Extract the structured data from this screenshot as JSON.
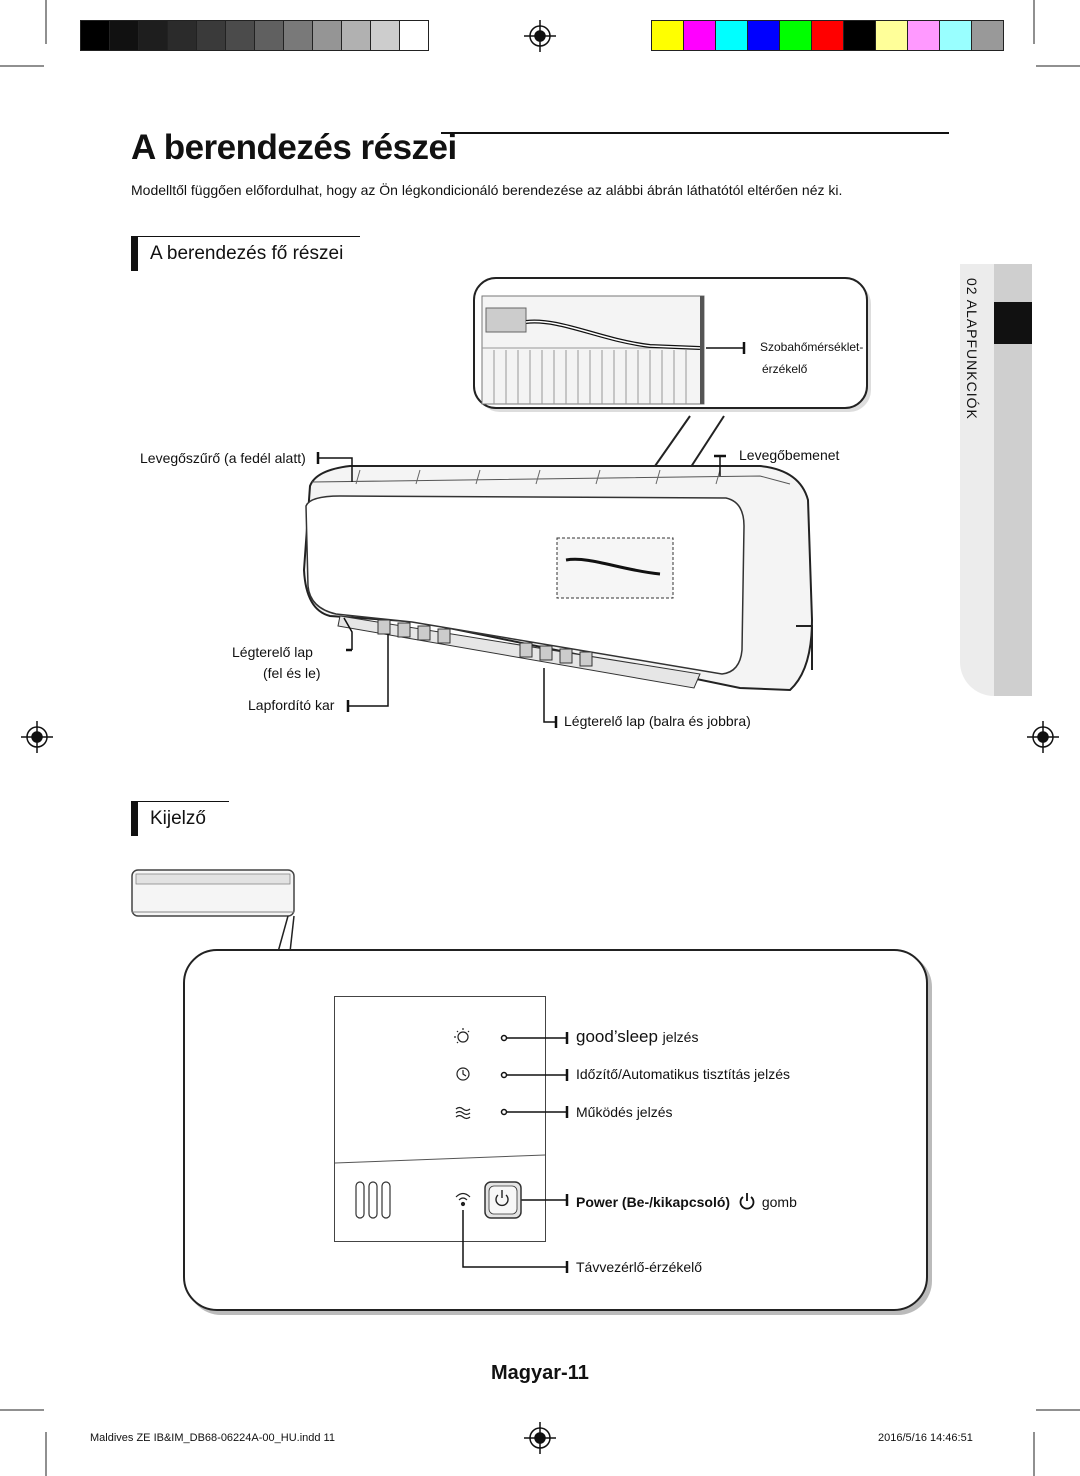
{
  "colors": {
    "gray_strip": [
      "#000000",
      "#111111",
      "#1e1e1e",
      "#2b2b2b",
      "#3a3a3a",
      "#4b4b4b",
      "#606060",
      "#797979",
      "#959595",
      "#b1b1b1",
      "#cdcdcd",
      "#ffffff"
    ],
    "color_strip": [
      "#ffff00",
      "#ff00ff",
      "#00ffff",
      "#0000ff",
      "#00ff00",
      "#ff0000",
      "#000000",
      "#ffff99",
      "#ff99ff",
      "#99ffff",
      "#999999"
    ]
  },
  "page": {
    "title": "A berendezés részei",
    "intro": "Modelltől függően előfordulhat, hogy az Ön légkondicionáló berendezése az alábbi ábrán láthatótól eltérően néz ki.",
    "side_tab": "02  ALAPFUNKCIÓK",
    "page_number": "Magyar-11"
  },
  "section_main_parts": {
    "heading": "A berendezés fő részei",
    "labels": {
      "room_temp_sensor_line1": "Szobahőmérséklet-",
      "room_temp_sensor_line2": "érzékelő",
      "air_filter": "Levegőszűrő (a fedél alatt)",
      "air_inlet": "Levegőbemenet",
      "blade_updown_line1": "Légterelő lap",
      "blade_updown_line2": "(fel és le)",
      "blade_lever": "Lapfordító kar",
      "blade_leftright": "Légterelő lap (balra és jobbra)"
    }
  },
  "section_display": {
    "heading": "Kijelző",
    "labels": {
      "goodsleep_brand": "good’sleep",
      "goodsleep_suffix": "jelzés",
      "timer": "Időzítő/Automatikus tisztítás jelzés",
      "operation": "Működés jelzés",
      "power_prefix": "Power (Be-/kikapcsoló)",
      "power_suffix": "gomb",
      "remote_sensor": "Távvezérlő-érzékelő"
    }
  },
  "footer": {
    "file": "Maldives ZE IB&IM_DB68-06224A-00_HU.indd   11",
    "timestamp": "2016/5/16   14:46:51"
  }
}
